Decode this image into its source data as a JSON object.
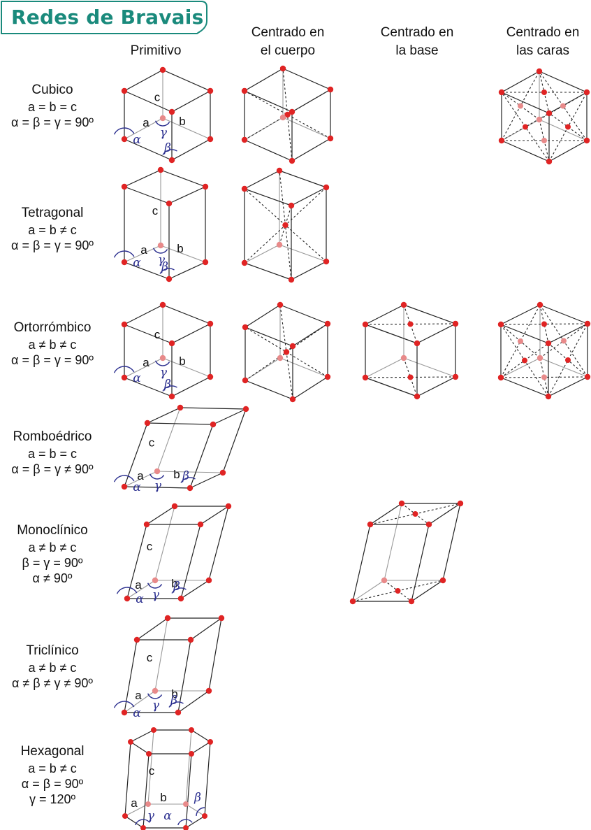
{
  "title": "Redes de Bravais",
  "colors": {
    "accent": "#1a8a7c",
    "lattice_point": "#e02424",
    "hidden_point": "#e88a8a",
    "angle_mark": "#2b2f8f"
  },
  "columns": [
    {
      "line1": "",
      "line2": "Primitivo"
    },
    {
      "line1": "Centrado en",
      "line2": "el cuerpo"
    },
    {
      "line1": "Centrado en",
      "line2": "la base"
    },
    {
      "line1": "Centrado en",
      "line2": "las caras"
    }
  ],
  "rows": [
    {
      "name": "Cubico",
      "lines": [
        "a = b = c",
        "α = β = γ = 90º"
      ]
    },
    {
      "name": "Tetragonal",
      "lines": [
        "a = b ≠ c",
        "α = β = γ = 90º"
      ]
    },
    {
      "name": "Ortorrómbico",
      "lines": [
        "a ≠ b ≠ c",
        "α = β = γ = 90º"
      ]
    },
    {
      "name": "Romboédrico",
      "lines": [
        "a = b = c",
        "α = β = γ ≠ 90º"
      ]
    },
    {
      "name": "Monoclínico",
      "lines": [
        "a ≠ b ≠ c",
        "β = γ = 90º",
        "α ≠ 90º"
      ]
    },
    {
      "name": "Triclínico",
      "lines": [
        "a ≠ b ≠ c",
        "α ≠ β ≠ γ ≠ 90º"
      ]
    },
    {
      "name": "Hexagonal",
      "lines": [
        "a = b ≠ c",
        "α = β = 90º",
        "γ = 120º"
      ]
    }
  ],
  "labels": {
    "a": "a",
    "b": "b",
    "c": "c",
    "alpha": "α",
    "beta": "β",
    "gamma": "γ"
  }
}
